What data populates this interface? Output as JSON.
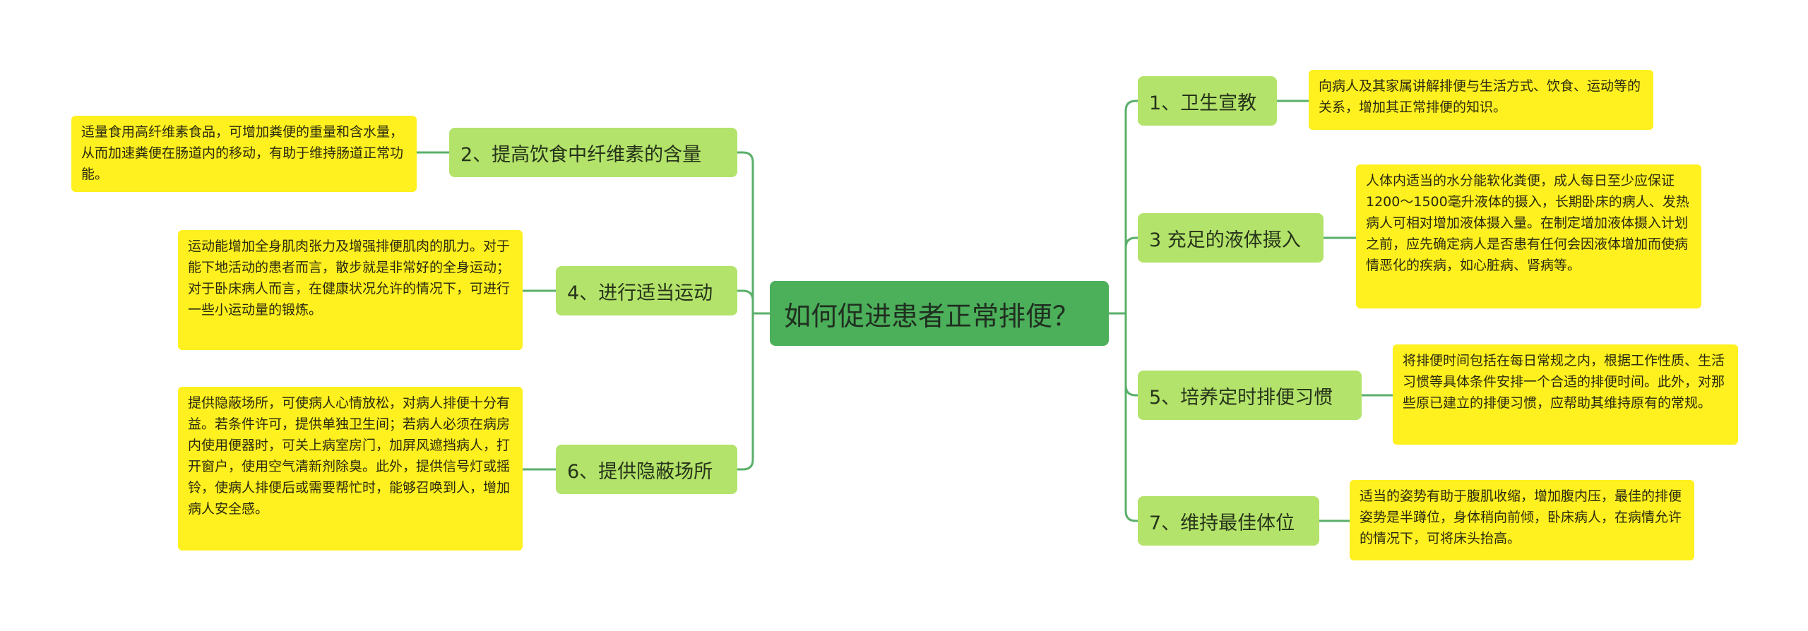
{
  "center": "如何促进患者正常排便？",
  "left": [
    {
      "label": "2、提高饮食中纤维素的含量",
      "detail": "适量食用高纤维素食品，可增加粪便的重量和含水量，从而加速粪便在肠道内的移动，有助于维持肠道正常功能。"
    },
    {
      "label": "4、进行适当运动",
      "detail": "运动能增加全身肌肉张力及增强排便肌肉的肌力。对于能下地活动的患者而言，散步就是非常好的全身运动；对于卧床病人而言，在健康状况允许的情况下，可进行一些小运动量的锻炼。"
    },
    {
      "label": "6、提供隐蔽场所",
      "detail": "提供隐蔽场所，可使病人心情放松，对病人排便十分有益。若条件许可，提供单独卫生间；若病人必须在病房内使用便器时，可关上病室房门，加屏风遮挡病人，打开窗户，使用空气清新剂除臭。此外，提供信号灯或摇铃，使病人排便后或需要帮忙时，能够召唤到人，增加病人安全感。"
    }
  ],
  "right": [
    {
      "label": "1、卫生宣教",
      "detail": "向病人及其家属讲解排便与生活方式、饮食、运动等的关系，增加其正常排便的知识。"
    },
    {
      "label": "3 充足的液体摄入",
      "detail": "人体内适当的水分能软化粪便，成人每日至少应保证1200～1500毫升液体的摄入，长期卧床的病人、发热病人可相对增加液体摄入量。在制定增加液体摄入计划之前，应先确定病人是否患有任何会因液体增加而使病情恶化的疾病，如心脏病、肾病等。"
    },
    {
      "label": "5、培养定时排便习惯",
      "detail": "将排便时间包括在每日常规之内，根据工作性质、生活习惯等具体条件安排一个合适的排便时间。此外，对那些原已建立的排便习惯，应帮助其维持原有的常规。"
    },
    {
      "label": "7、维持最佳体位",
      "detail": "适当的姿势有助于腹肌收缩，增加腹内压，最佳的排便姿势是半蹲位，身体稍向前倾，卧床病人，在病情允许的情况下，可将床头抬高。"
    }
  ],
  "colors": {
    "center": "#4caf5a",
    "branch": "#b3e36a",
    "leaf": "#fff01f",
    "connector": "#5aaf6a"
  }
}
